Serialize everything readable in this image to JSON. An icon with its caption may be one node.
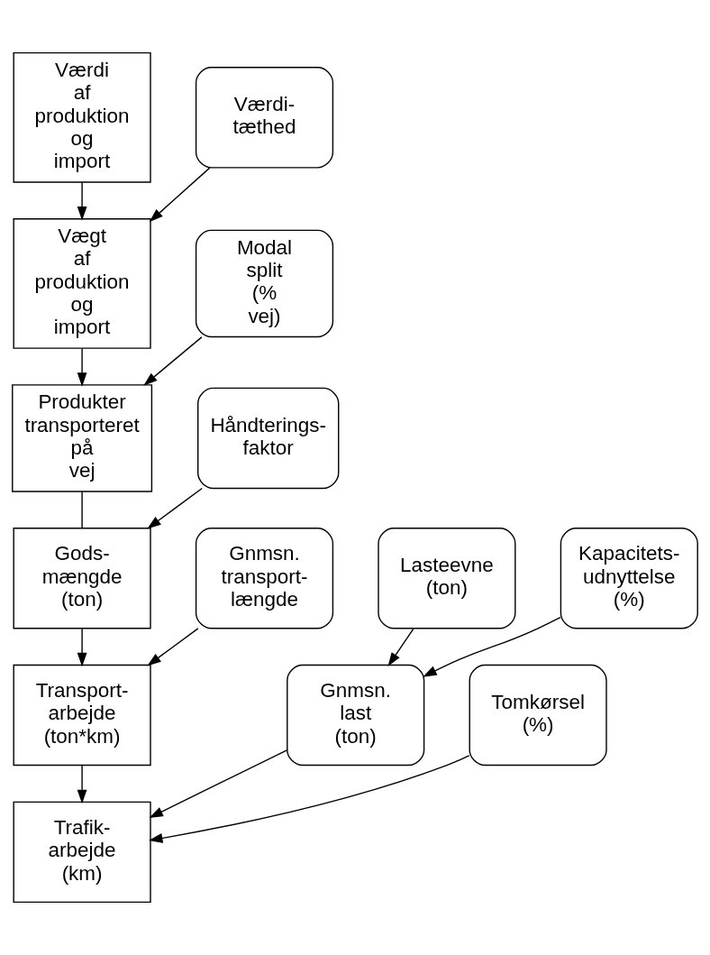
{
  "diagram": {
    "nodes": [
      {
        "text": [
          "Værdi af produktion og import"
        ]
      },
      {
        "text": [
          "Værdi- tæthed"
        ]
      },
      {
        "text": [
          "Vægt af produktion og import"
        ]
      },
      {
        "text": [
          "Modal split (% vej)"
        ]
      },
      {
        "text": [
          "Produkter transporteret på vej"
        ]
      },
      {
        "text": [
          "Håndterings- faktor"
        ]
      },
      {
        "text": [
          "Gods- mængde (ton)"
        ]
      },
      {
        "text": [
          "Gnmsn. transport- længde"
        ]
      },
      {
        "text": [
          "Transport- arbejde (ton*km)"
        ]
      },
      {
        "text": [
          "Lasteevne (ton)"
        ]
      },
      {
        "text": [
          "Kapacitets- udnyttelse (%)"
        ]
      },
      {
        "text": [
          "Gnmsn. last (ton)"
        ]
      },
      {
        "text": [
          "Tomkørsel (%)"
        ]
      },
      {
        "text": [
          "Trafik- arbejde (km)"
        ]
      }
    ],
    "edges": [
      {
        "from": 0,
        "to": 2,
        "arrow": "to"
      },
      {
        "from": 1,
        "to": 2,
        "arrow": "to"
      },
      {
        "from": 2,
        "to": 4,
        "arrow": "to"
      },
      {
        "from": 3,
        "to": 4,
        "arrow": "to"
      },
      {
        "from": 4,
        "to": 6,
        "arrow": "none"
      },
      {
        "from": 5,
        "to": 6,
        "arrow": "to"
      },
      {
        "from": 6,
        "to": 8,
        "arrow": "to"
      },
      {
        "from": 7,
        "to": 8,
        "arrow": "to"
      },
      {
        "from": 8,
        "to": 13,
        "arrow": "to"
      },
      {
        "from": 9,
        "to": 11,
        "arrow": "to"
      },
      {
        "from": 10,
        "to": 11,
        "arrow": "to"
      },
      {
        "from": 11,
        "to": 13,
        "arrow": "to"
      },
      {
        "from": 12,
        "to": 13,
        "arrow": "to"
      }
    ]
  }
}
